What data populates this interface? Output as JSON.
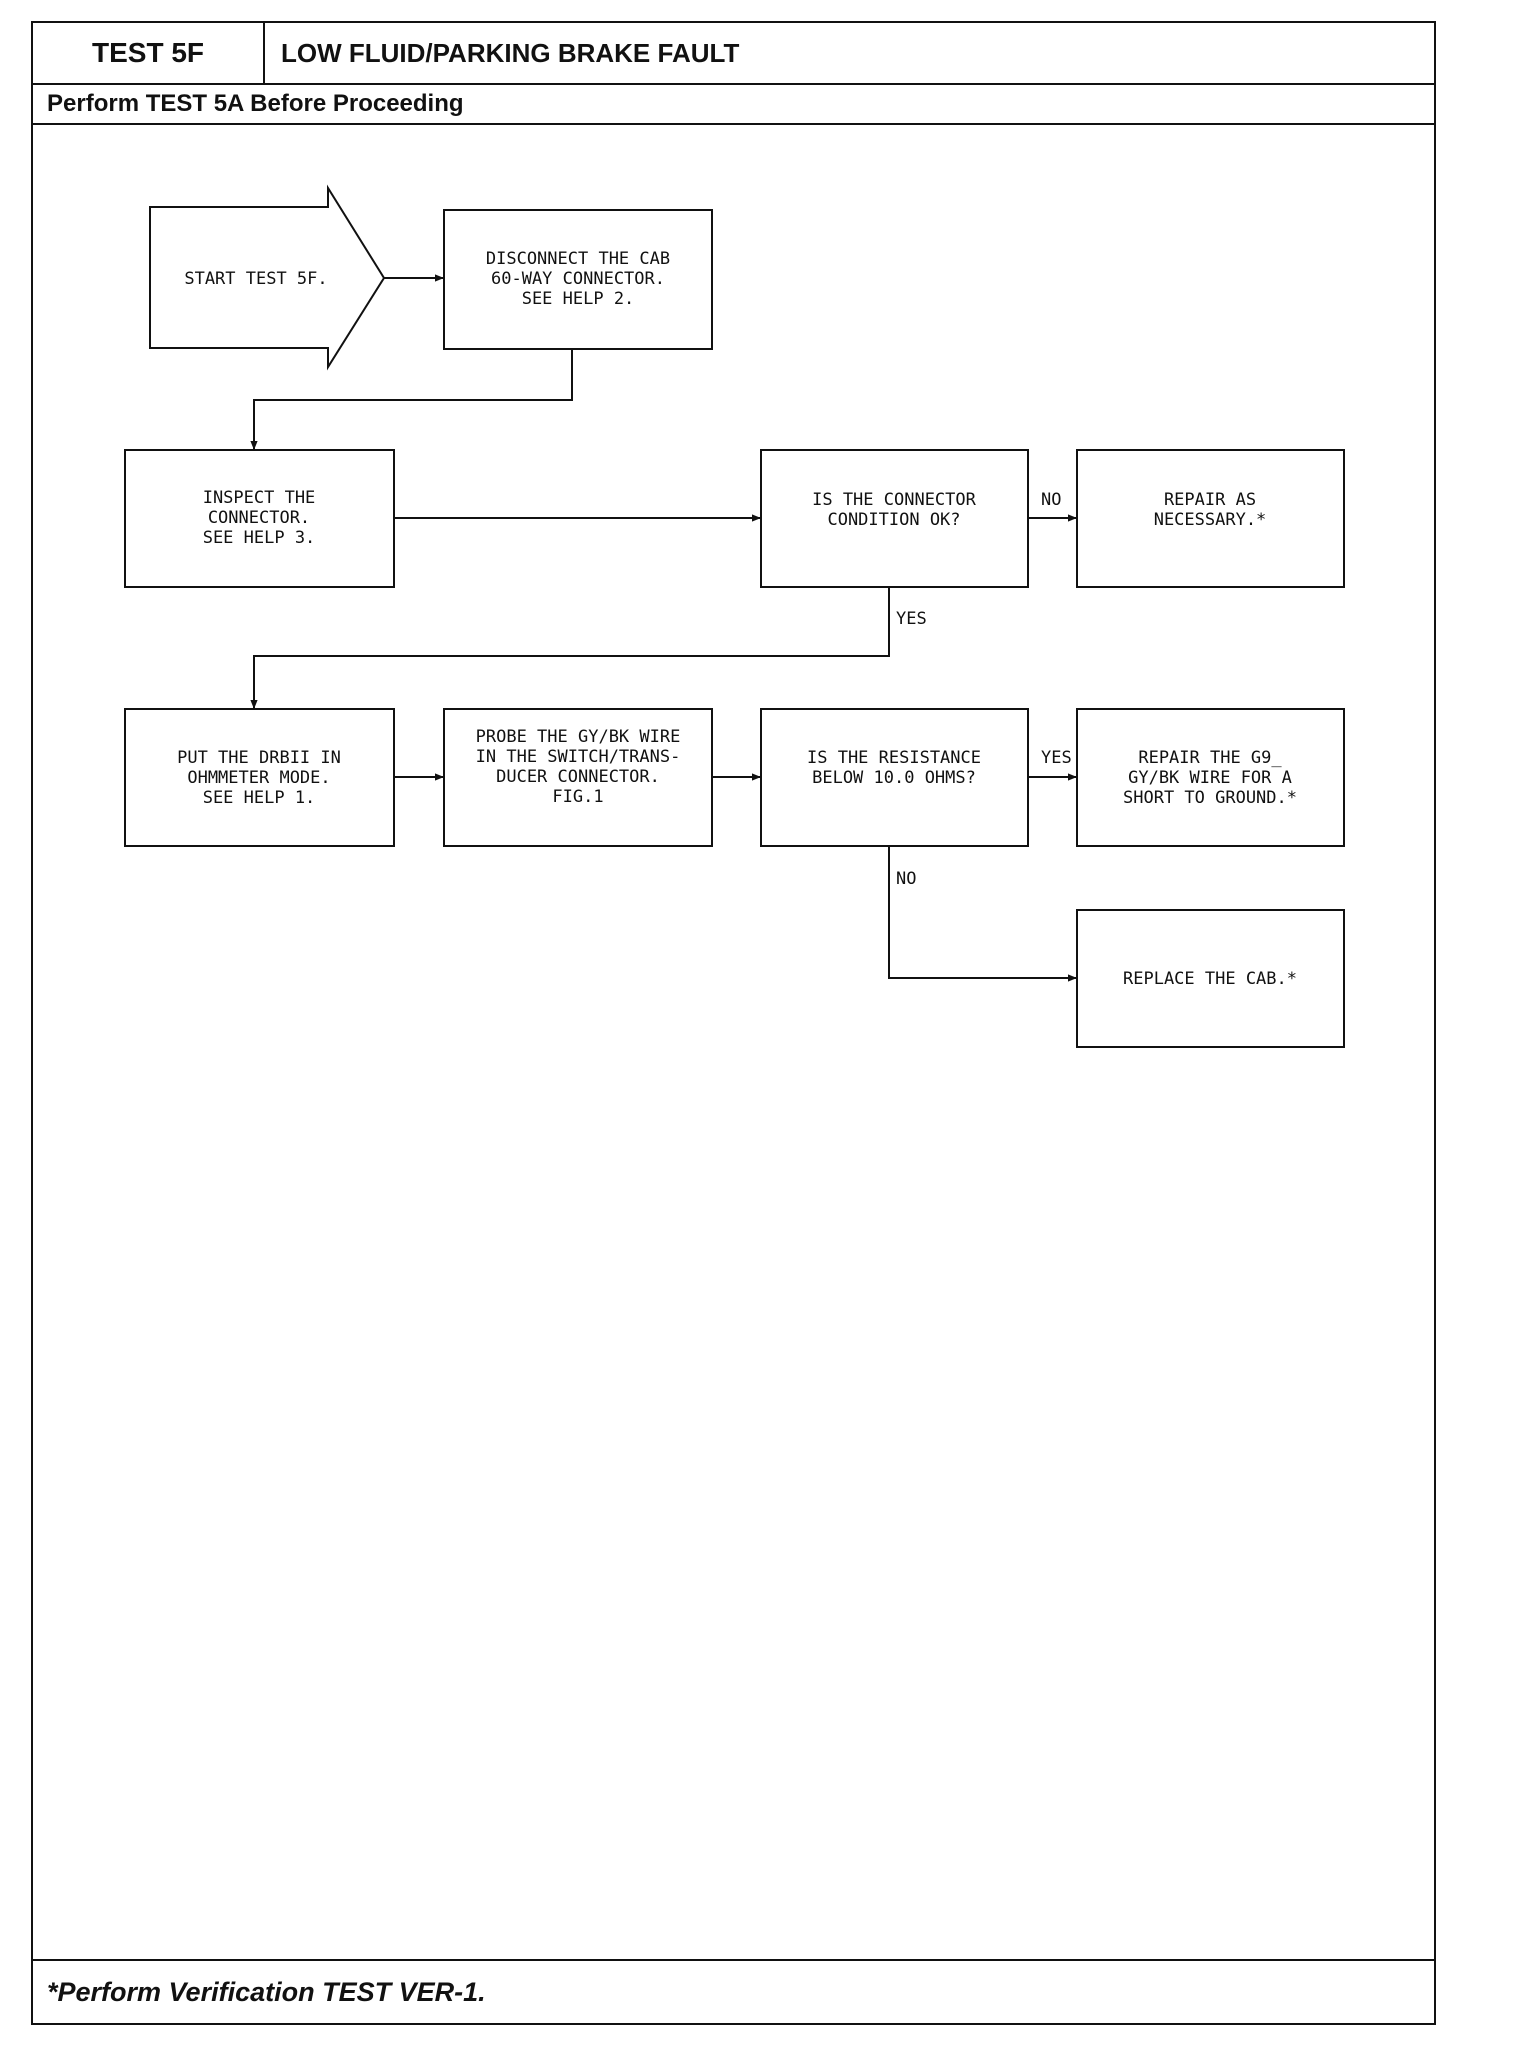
{
  "header": {
    "test_id": "TEST 5F",
    "title": "LOW FLUID/PARKING BRAKE FAULT",
    "prerequisite": "Perform TEST 5A Before Proceeding"
  },
  "footer": {
    "note": "*Perform Verification TEST VER-1."
  },
  "flow": {
    "start": [
      "START TEST 5F."
    ],
    "disconnect": [
      "DISCONNECT THE CAB",
      "60-WAY CONNECTOR.",
      "SEE HELP 2."
    ],
    "inspect": [
      "INSPECT THE",
      "CONNECTOR.",
      "SEE HELP 3."
    ],
    "q_connector": [
      "IS THE CONNECTOR",
      "CONDITION OK?"
    ],
    "repair_necessary": [
      "REPAIR AS",
      "NECESSARY.*"
    ],
    "put_drbii": [
      "PUT THE DRBII IN",
      "OHMMETER MODE.",
      "SEE HELP 1."
    ],
    "probe": [
      "PROBE THE GY/BK WIRE",
      "IN THE SWITCH/TRANS-",
      "DUCER CONNECTOR.",
      "",
      "FIG.1"
    ],
    "q_resistance": [
      "IS THE RESISTANCE",
      "BELOW 10.0 OHMS?"
    ],
    "repair_g9": [
      "REPAIR THE G9_",
      "GY/BK WIRE FOR A",
      "SHORT TO GROUND.*"
    ],
    "replace_cab": [
      "REPLACE THE CAB.*"
    ],
    "labels": {
      "no_1": "NO",
      "yes_1": "YES",
      "yes_2": "YES",
      "no_2": "NO"
    }
  }
}
